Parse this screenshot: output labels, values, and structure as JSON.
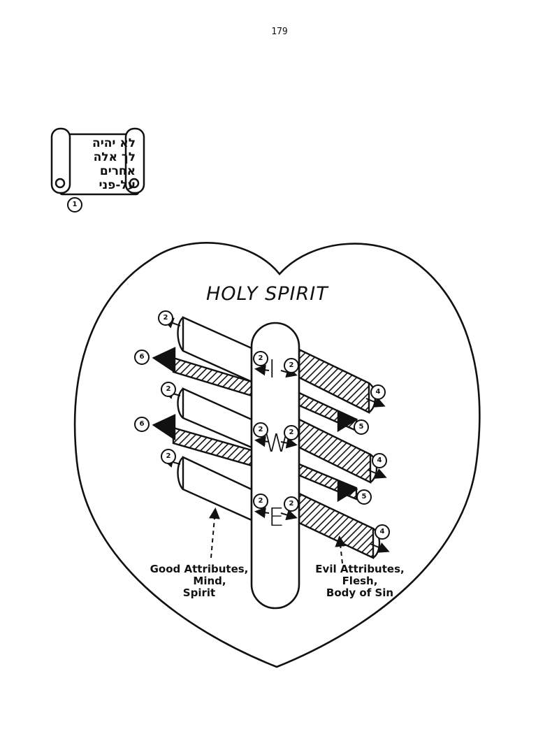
{
  "page_number": "179",
  "scroll": {
    "hebrew_lines": [
      "לא יהיה",
      "לך אלה",
      "אחרים",
      "על-פני"
    ],
    "marker": "1"
  },
  "heart": {
    "title": "HOLY SPIRIT",
    "letters": [
      "I",
      "W",
      "E"
    ],
    "markers": {
      "top_left": "2",
      "six_a": "6",
      "mid_left": "2",
      "six_b": "6",
      "low_left": "2",
      "pillar_i_left": "2",
      "pillar_i_right": "2",
      "pillar_w_left": "2",
      "pillar_w_right": "2",
      "pillar_e_left": "2",
      "pillar_e_right": "2",
      "four_top": "4",
      "five_top": "5",
      "four_mid": "4",
      "five_low": "5",
      "four_low": "4"
    },
    "label_good": [
      "Good Attributes,",
      "Mind,",
      "Spirit"
    ],
    "label_evil": [
      "Evil Attributes,",
      "Flesh,",
      "Body of Sin"
    ]
  }
}
